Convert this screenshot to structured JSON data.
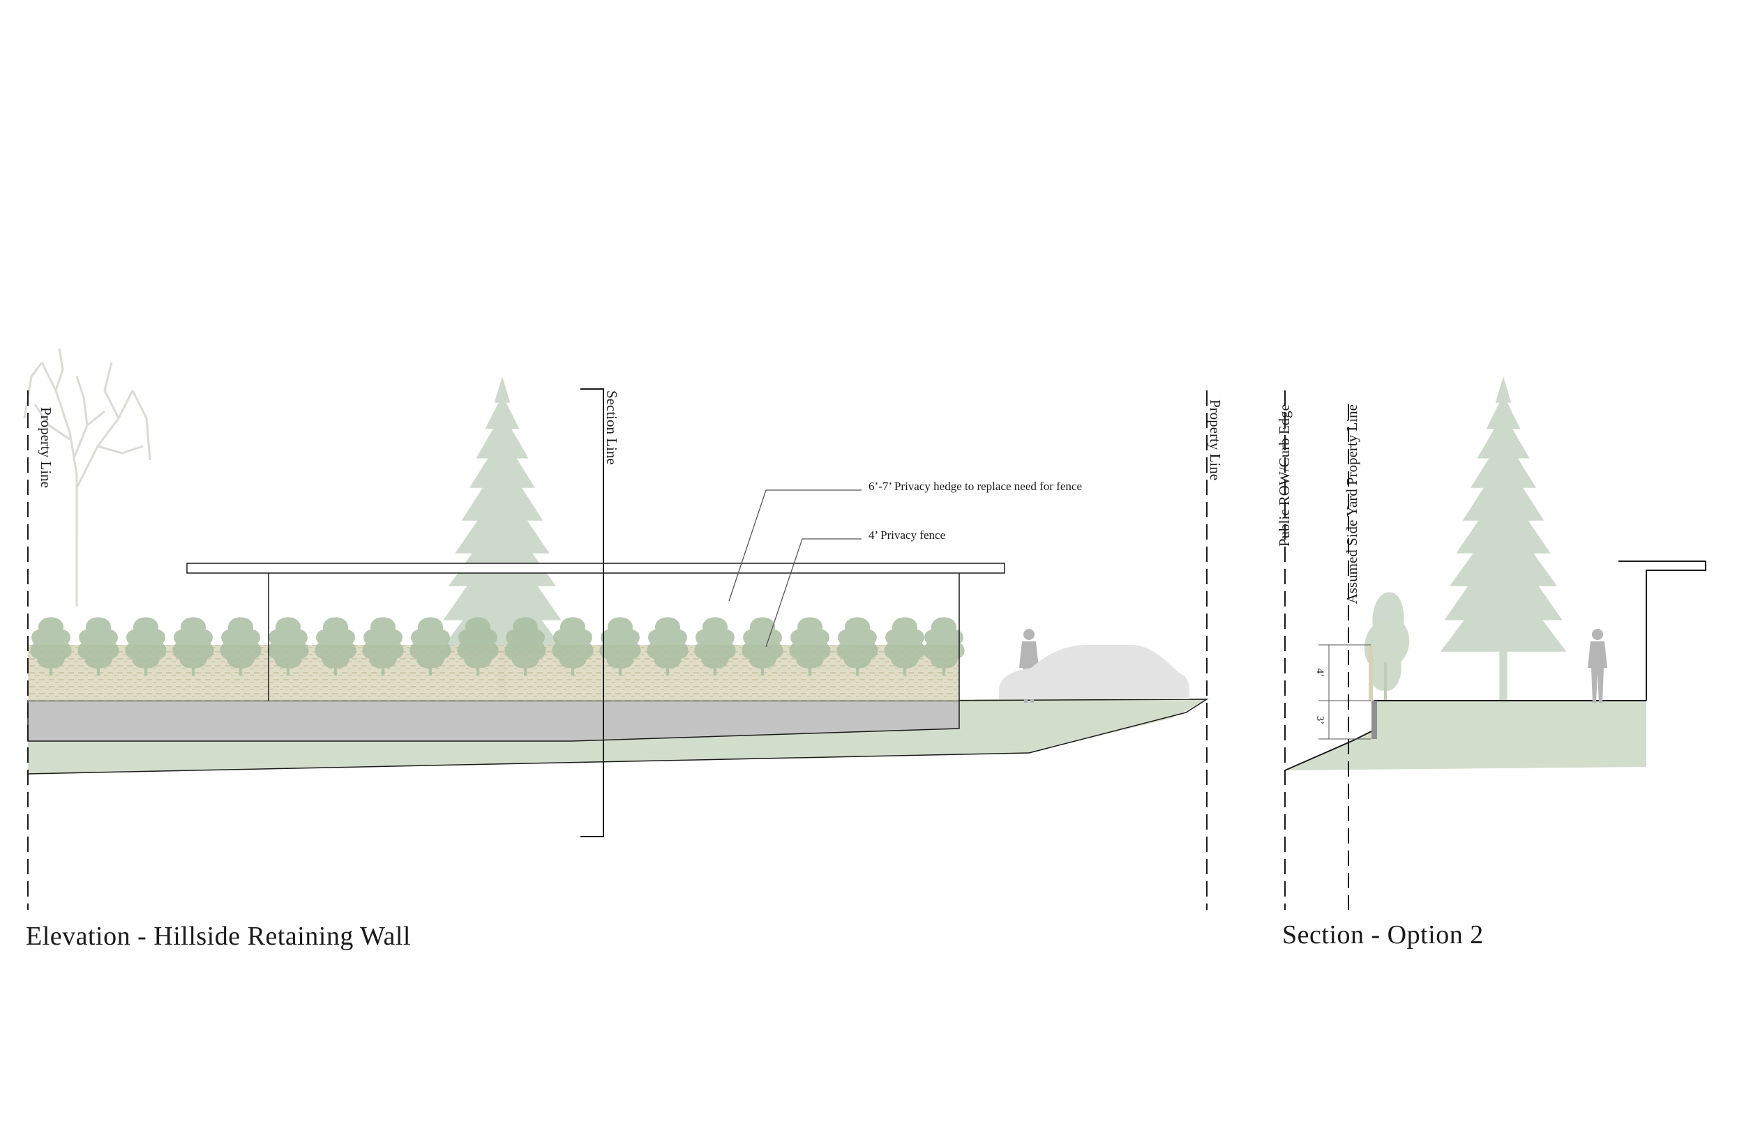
{
  "elevation": {
    "title": "Elevation - Hillside Retaining Wall",
    "property_line_left_label": "Property Line",
    "section_line_label": "Section Line",
    "property_line_right_label": "Property Line",
    "callouts": {
      "hedge_label": "6’-7’ Privacy hedge to replace need for fence",
      "fence_label": "4’ Privacy fence"
    }
  },
  "section": {
    "title": "Section - Option 2",
    "row_curb_label": "Public ROW/Curb Edge",
    "side_yard_label": "Assumed Side Yard Property Line",
    "dim_upper": "4’",
    "dim_lower": "3’"
  },
  "colors": {
    "ground": "#d3ddcc",
    "wall": "#c4c4c4",
    "tree": "#c5d3c1",
    "hedge": "#a9bea2",
    "fence": "#d6d2b6",
    "figure": "#b5b5b5",
    "car": "#e3e3e3",
    "line": "#1a1a1a"
  },
  "icons": {
    "tree": "evergreen-tree-icon",
    "bare_tree": "bare-tree-icon",
    "person": "person-silhouette-icon",
    "car": "car-silhouette-icon"
  }
}
